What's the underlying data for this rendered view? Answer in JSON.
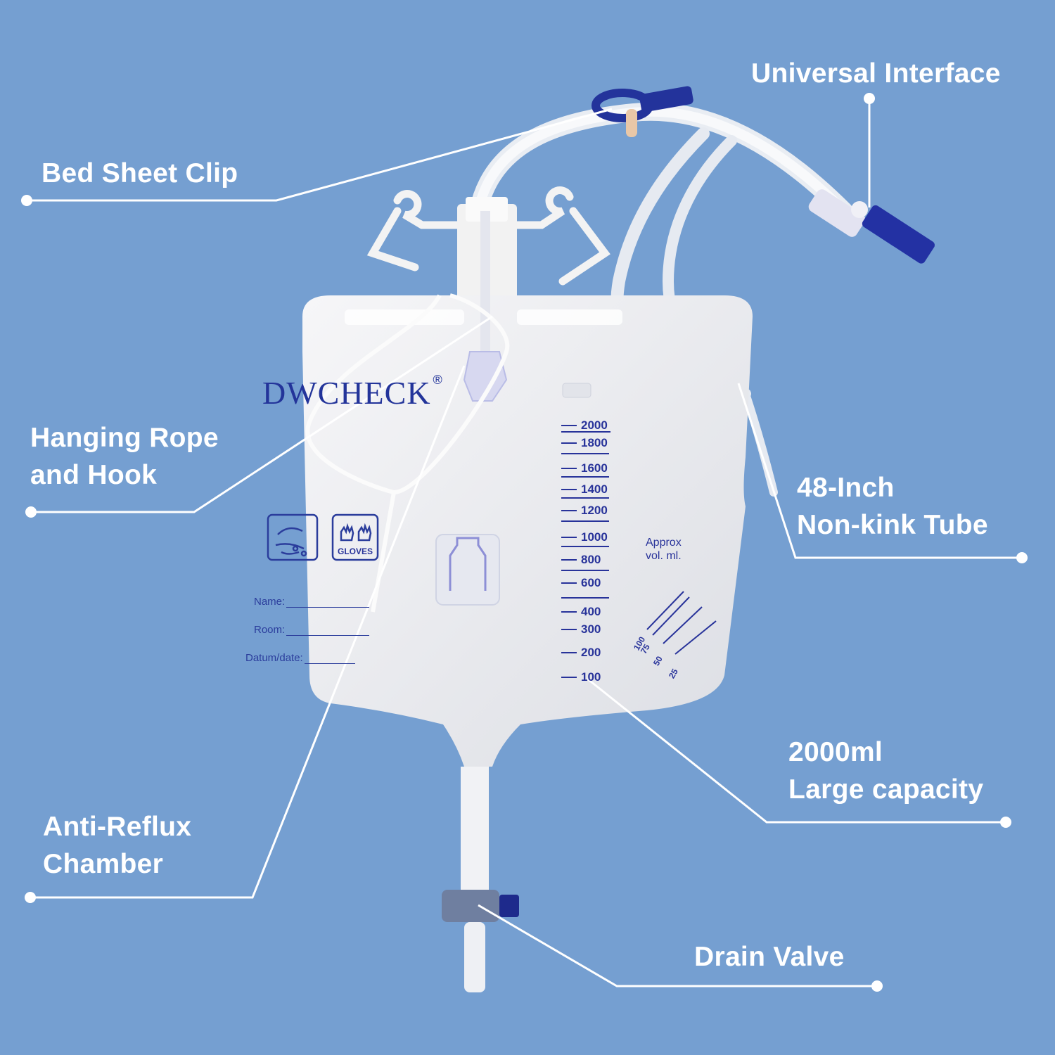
{
  "background_color": "#759fd1",
  "accent_color": "#23349a",
  "callouts": [
    {
      "id": "universal-interface",
      "lines": [
        "Universal Interface"
      ]
    },
    {
      "id": "bed-sheet-clip",
      "lines": [
        "Bed Sheet Clip"
      ]
    },
    {
      "id": "hanging-rope",
      "lines": [
        "Hanging Rope",
        "and Hook"
      ]
    },
    {
      "id": "non-kink-tube",
      "lines": [
        "48-Inch",
        "Non-kink Tube"
      ]
    },
    {
      "id": "large-capacity",
      "lines": [
        "2000ml",
        "Large capacity"
      ]
    },
    {
      "id": "anti-reflux",
      "lines": [
        "Anti-Reflux",
        "Chamber"
      ]
    },
    {
      "id": "drain-valve",
      "lines": [
        "Drain Valve"
      ]
    }
  ],
  "bag": {
    "brand": "DWCHECK",
    "registered_mark": "®",
    "gloves_label": "GLOVES",
    "fields": {
      "name": "Name:",
      "room": "Room:",
      "date": "Datum/date:"
    },
    "volume_label": [
      "Approx",
      "vol. ml."
    ],
    "graduations": [
      "2000",
      "1800",
      "1600",
      "1400",
      "1200",
      "1000",
      "800",
      "600",
      "400",
      "300",
      "200",
      "100"
    ],
    "small_graduations": [
      "100",
      "75",
      "50",
      "25"
    ]
  }
}
